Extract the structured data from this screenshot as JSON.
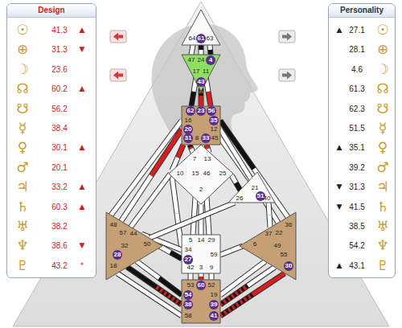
{
  "diagram": {
    "nodes": [
      {
        "text": [
          "Design"
        ]
      },
      {
        "text": [
          "Personality"
        ]
      },
      {
        "text": [
          "64",
          "61",
          "63"
        ]
      },
      {
        "text": [
          "47",
          "24",
          "4",
          "17",
          "11",
          "43"
        ]
      },
      {
        "text": [
          "62",
          "23",
          "56",
          "16",
          "35",
          "20",
          "12",
          "31",
          "8",
          "33",
          "45"
        ]
      },
      {
        "text": [
          "7",
          "13",
          "10",
          "15",
          "46",
          "25",
          "2"
        ]
      },
      {
        "text": [
          "21",
          "51",
          "26",
          "40"
        ]
      },
      {
        "text": [
          "48",
          "57",
          "44",
          "50",
          "32",
          "28",
          "18"
        ]
      },
      {
        "text": [
          "36",
          "22",
          "37",
          "6",
          "49",
          "55",
          "30"
        ]
      },
      {
        "text": [
          "5",
          "14",
          "29",
          "34",
          "59",
          "27",
          "42",
          "3",
          "9"
        ]
      },
      {
        "text": [
          "53",
          "60",
          "52",
          "54",
          "19",
          "38",
          "39",
          "58",
          "41"
        ]
      }
    ],
    "edges": [
      {
        "from": 2,
        "to": 3,
        "arrow": "none"
      },
      {
        "from": 2,
        "to": 3,
        "arrow": "none"
      },
      {
        "from": 2,
        "to": 3,
        "arrow": "none"
      },
      {
        "from": 3,
        "to": 4,
        "arrow": "none"
      },
      {
        "from": 3,
        "to": 4,
        "arrow": "none"
      },
      {
        "from": 3,
        "to": 4,
        "arrow": "none"
      },
      {
        "from": 4,
        "to": 5,
        "arrow": "none"
      },
      {
        "from": 4,
        "to": 5,
        "arrow": "none"
      },
      {
        "from": 4,
        "to": 5,
        "arrow": "none"
      },
      {
        "from": 4,
        "to": 7,
        "arrow": "none"
      },
      {
        "from": 4,
        "to": 7,
        "arrow": "none"
      },
      {
        "from": 4,
        "to": 6,
        "arrow": "none"
      },
      {
        "from": 4,
        "to": 8,
        "arrow": "none"
      },
      {
        "from": 4,
        "to": 8,
        "arrow": "none"
      },
      {
        "from": 5,
        "to": 6,
        "arrow": "none"
      },
      {
        "from": 5,
        "to": 9,
        "arrow": "none"
      },
      {
        "from": 5,
        "to": 9,
        "arrow": "none"
      },
      {
        "from": 5,
        "to": 9,
        "arrow": "none"
      },
      {
        "from": 5,
        "to": 9,
        "arrow": "none"
      },
      {
        "from": 5,
        "to": 7,
        "arrow": "none"
      },
      {
        "from": 7,
        "to": 9,
        "arrow": "none"
      },
      {
        "from": 7,
        "to": 9,
        "arrow": "none"
      },
      {
        "from": 7,
        "to": 10,
        "arrow": "none"
      },
      {
        "from": 7,
        "to": 10,
        "arrow": "none"
      },
      {
        "from": 7,
        "to": 10,
        "arrow": "none"
      },
      {
        "from": 6,
        "to": 7,
        "arrow": "none"
      },
      {
        "from": 6,
        "to": 8,
        "arrow": "none"
      },
      {
        "from": 9,
        "to": 8,
        "arrow": "none"
      },
      {
        "from": 9,
        "to": 10,
        "arrow": "none"
      },
      {
        "from": 9,
        "to": 10,
        "arrow": "none"
      },
      {
        "from": 9,
        "to": 10,
        "arrow": "none"
      },
      {
        "from": 8,
        "to": 10,
        "arrow": "none"
      },
      {
        "from": 8,
        "to": 10,
        "arrow": "none"
      },
      {
        "from": 8,
        "to": 10,
        "arrow": "none"
      }
    ],
    "labels": [
      "☉",
      "41.3",
      "▲",
      "⊕",
      "31.3",
      "▼",
      "☽",
      "23.6",
      "☊",
      "60.2",
      "▲",
      "☋",
      "56.2",
      "☿",
      "38.4",
      "♀",
      "30.1",
      "▲",
      "♂",
      "20.1",
      "♃",
      "33.2",
      "▲",
      "♄",
      "60.3",
      "▲",
      "♅",
      "38.2",
      "♆",
      "38.6",
      "▼",
      "♇",
      "43.2",
      "*",
      "▲",
      "27.1",
      "☉",
      "28.1",
      "⊕",
      "4.6",
      "☽",
      "61.3",
      "☊",
      "62.3",
      "☋",
      "51.5",
      "☿",
      "▲",
      "35.1",
      "♀",
      "39.2",
      "♂",
      "▼",
      "31.3",
      "♃",
      "▼",
      "41.5",
      "♄",
      "38.5",
      "♅",
      "54.2",
      "♆",
      "▲",
      "43.1",
      "♇"
    ]
  }
}
